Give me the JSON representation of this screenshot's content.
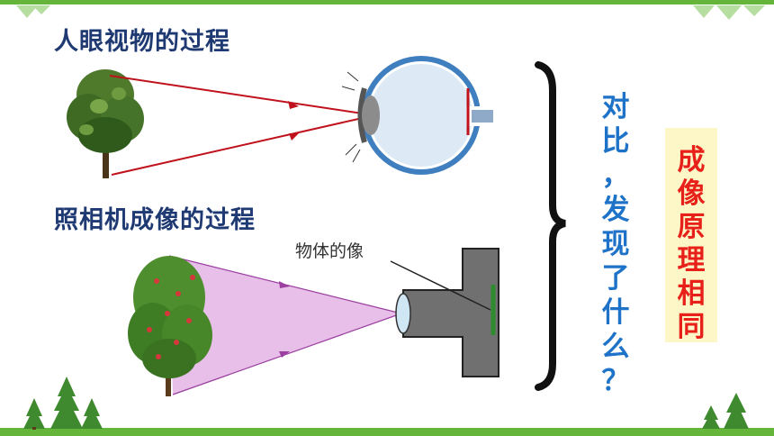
{
  "eye_title": "人眼视物的过程",
  "camera_title": "照相机成像的过程",
  "image_label": "物体的像",
  "compare_text": "对比，发现了什么？",
  "conclusion_text": "成像原理相同",
  "colors": {
    "top_bar": "#64b539",
    "title": "#1f3a73",
    "compare": "#1e73c8",
    "conclusion": "#e8201a",
    "conclusion_bg": "#fdf7c8",
    "eye_rays": "#c0121c",
    "camera_cone": "#d9a8dc",
    "camera_body": "#6f6f6f"
  }
}
